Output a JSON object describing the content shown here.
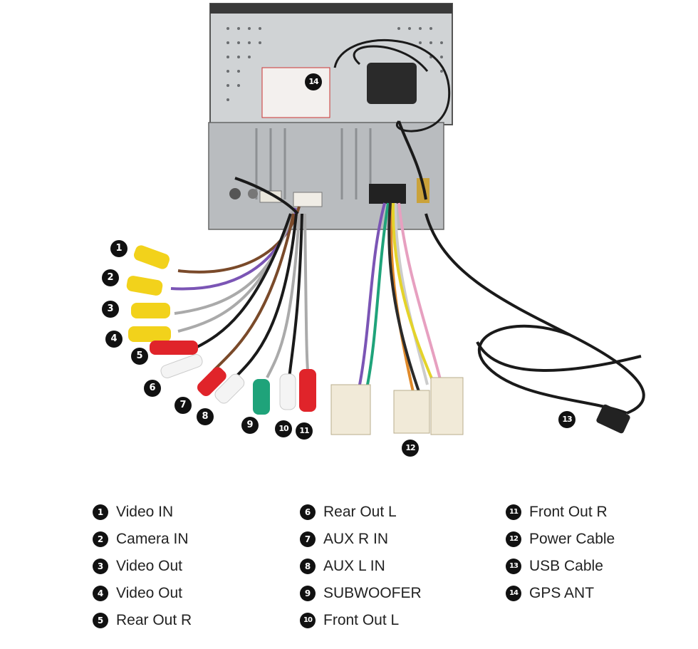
{
  "photo_badges": [
    "1",
    "2",
    "3",
    "4",
    "5",
    "6",
    "7",
    "8",
    "9",
    "10",
    "11",
    "12",
    "13",
    "14"
  ],
  "legend": {
    "col1": [
      {
        "num": "1",
        "label": "Video IN"
      },
      {
        "num": "2",
        "label": "Camera IN"
      },
      {
        "num": "3",
        "label": "Video Out"
      },
      {
        "num": "4",
        "label": "Video Out"
      },
      {
        "num": "5",
        "label": "Rear Out R"
      }
    ],
    "col2": [
      {
        "num": "6",
        "label": "Rear Out L"
      },
      {
        "num": "7",
        "label": "AUX R IN"
      },
      {
        "num": "8",
        "label": "AUX L IN"
      },
      {
        "num": "9",
        "label": "SUBWOOFER"
      },
      {
        "num": "10",
        "label": "Front Out L"
      }
    ],
    "col3": [
      {
        "num": "11",
        "label": "Front Out R"
      },
      {
        "num": "12",
        "label": "Power Cable"
      },
      {
        "num": "13",
        "label": "USB Cable"
      },
      {
        "num": "14",
        "label": "GPS ANT"
      }
    ]
  },
  "colors": {
    "yellow": "#f2d21b",
    "red": "#e0242a",
    "white": "#f4f4f4",
    "green": "#1fa37a",
    "chassis": "#c9ccce",
    "cable": "#1a1a1a"
  }
}
